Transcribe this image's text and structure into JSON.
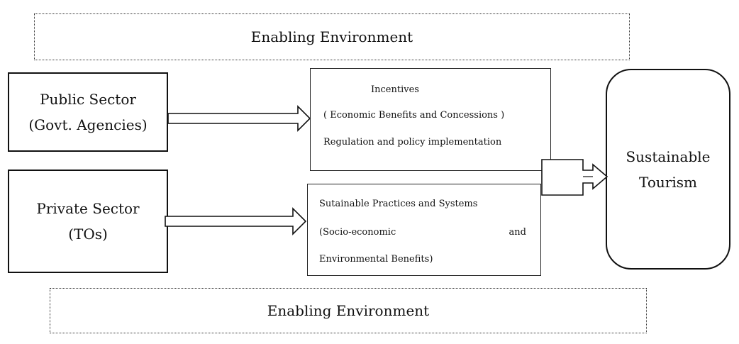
{
  "diagram": {
    "enabling_top": "Enabling Environment",
    "enabling_bottom": "Enabling Environment",
    "public_sector": {
      "line1": "Public Sector",
      "line2": "(Govt. Agencies)"
    },
    "private_sector": {
      "line1": "Private Sector",
      "line2": "(TOs)"
    },
    "incentives": {
      "title": "Incentives",
      "line2": "( Economic Benefits and Concessions )",
      "line3": "Regulation and policy implementation"
    },
    "practices": {
      "line1": "Sutainable Practices and Systems",
      "line2a": "(Socio-economic",
      "line2b": "and",
      "line3": "Environmental Benefits)"
    },
    "sustainable_tourism": {
      "line1": "Sustainable",
      "line2": "Tourism"
    }
  }
}
